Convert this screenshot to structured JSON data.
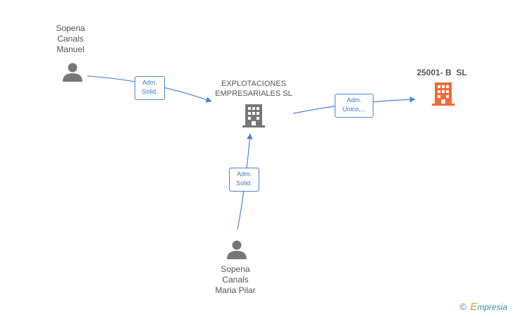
{
  "nodes": {
    "person_1": {
      "lines": [
        "Sopena",
        "Canals",
        "Manuel"
      ],
      "icon": "person-icon"
    },
    "company_main": {
      "lines": [
        "EXPLOTACIONES",
        "EMPRESARIALES SL"
      ],
      "icon": "building-icon"
    },
    "company_target": {
      "label": "25001- B  SL",
      "icon": "building-icon",
      "color": "#f26a35"
    },
    "person_2": {
      "lines": [
        "Sopena",
        "Canals",
        "Maria Pilar"
      ],
      "icon": "person-icon"
    }
  },
  "edges": {
    "e1": [
      "Adm.",
      "Solid."
    ],
    "e2": [
      "Adm.",
      "Unico,..."
    ],
    "e3": [
      "Adm.",
      "Solid."
    ]
  },
  "colors": {
    "edge": "#4a86d4",
    "icon_gray": "#777777",
    "accent": "#f26a35"
  },
  "brand": {
    "copyright": "©",
    "initial": "E",
    "rest": "mpresia"
  }
}
